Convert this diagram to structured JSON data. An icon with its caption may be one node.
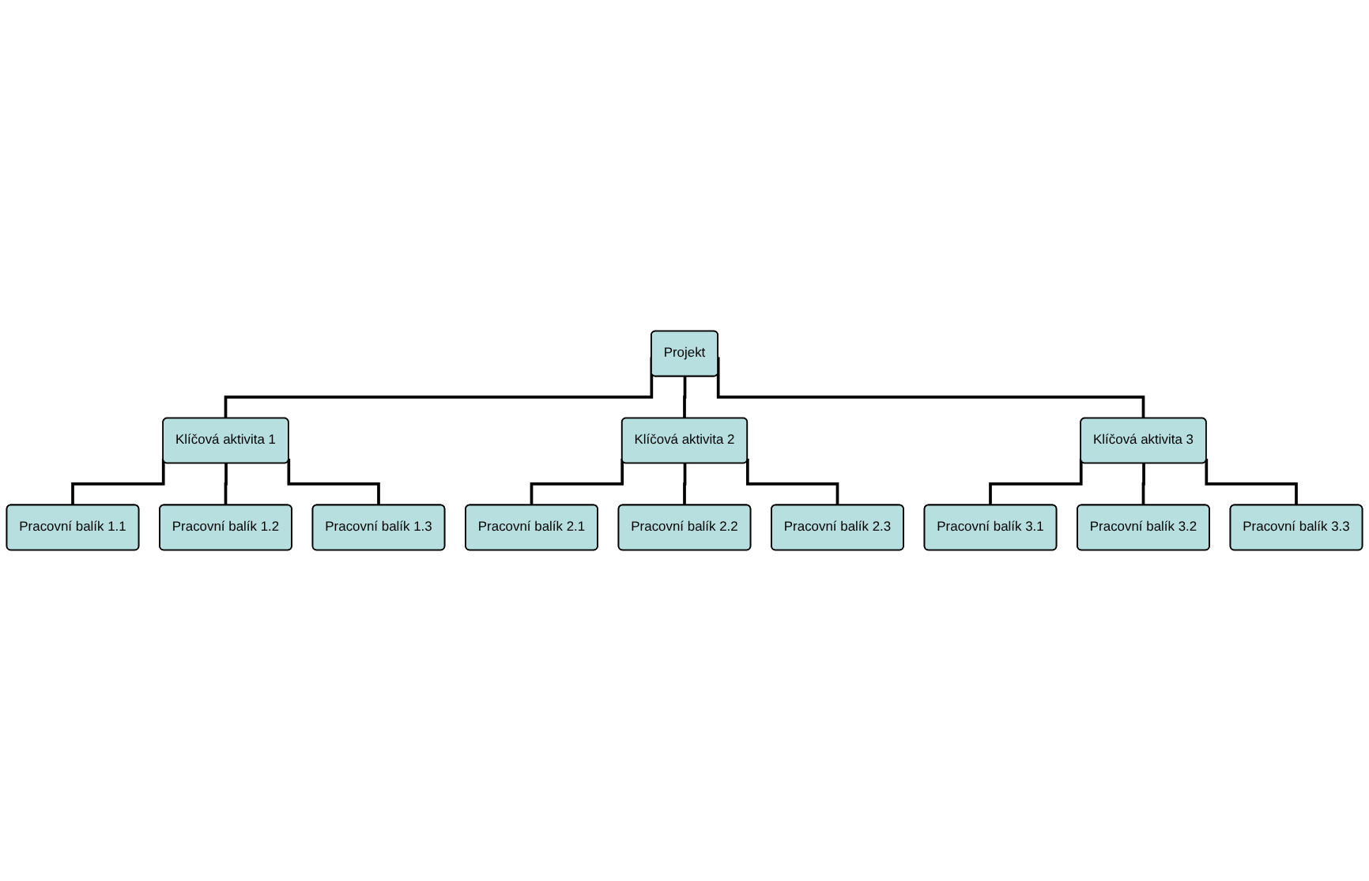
{
  "diagram": {
    "nodes": [
      {
        "text": [
          "Projekt"
        ]
      },
      {
        "text": [
          "Klíčová aktivita 1"
        ]
      },
      {
        "text": [
          "Klíčová aktivita 2"
        ]
      },
      {
        "text": [
          "Klíčová aktivita 3"
        ]
      },
      {
        "text": [
          "Pracovní balík 1.1"
        ]
      },
      {
        "text": [
          "Pracovní balík 2.1"
        ]
      },
      {
        "text": [
          "Pracovní balík 3.1"
        ]
      },
      {
        "text": [
          "Pracovní balík 1.2"
        ]
      },
      {
        "text": [
          "Pracovní balík 2.2"
        ]
      },
      {
        "text": [
          "Pracovní balík 3.2"
        ]
      },
      {
        "text": [
          "Pracovní balík 1.3"
        ]
      },
      {
        "text": [
          "Pracovní balík 2.3"
        ]
      },
      {
        "text": [
          "Pracovní balík 3.3"
        ]
      }
    ],
    "edges": [
      {
        "from": 0,
        "to": 1,
        "arrow": "none"
      },
      {
        "from": 0,
        "to": 2,
        "arrow": "none"
      },
      {
        "from": 0,
        "to": 3,
        "arrow": "none"
      },
      {
        "from": 1,
        "to": 4,
        "arrow": "none"
      },
      {
        "from": 1,
        "to": 7,
        "arrow": "none"
      },
      {
        "from": 1,
        "to": 10,
        "arrow": "none"
      },
      {
        "from": 2,
        "to": 5,
        "arrow": "none"
      },
      {
        "from": 2,
        "to": 8,
        "arrow": "none"
      },
      {
        "from": 2,
        "to": 11,
        "arrow": "none"
      },
      {
        "from": 3,
        "to": 6,
        "arrow": "none"
      },
      {
        "from": 3,
        "to": 9,
        "arrow": "none"
      },
      {
        "from": 3,
        "to": 12,
        "arrow": "none"
      }
    ]
  }
}
